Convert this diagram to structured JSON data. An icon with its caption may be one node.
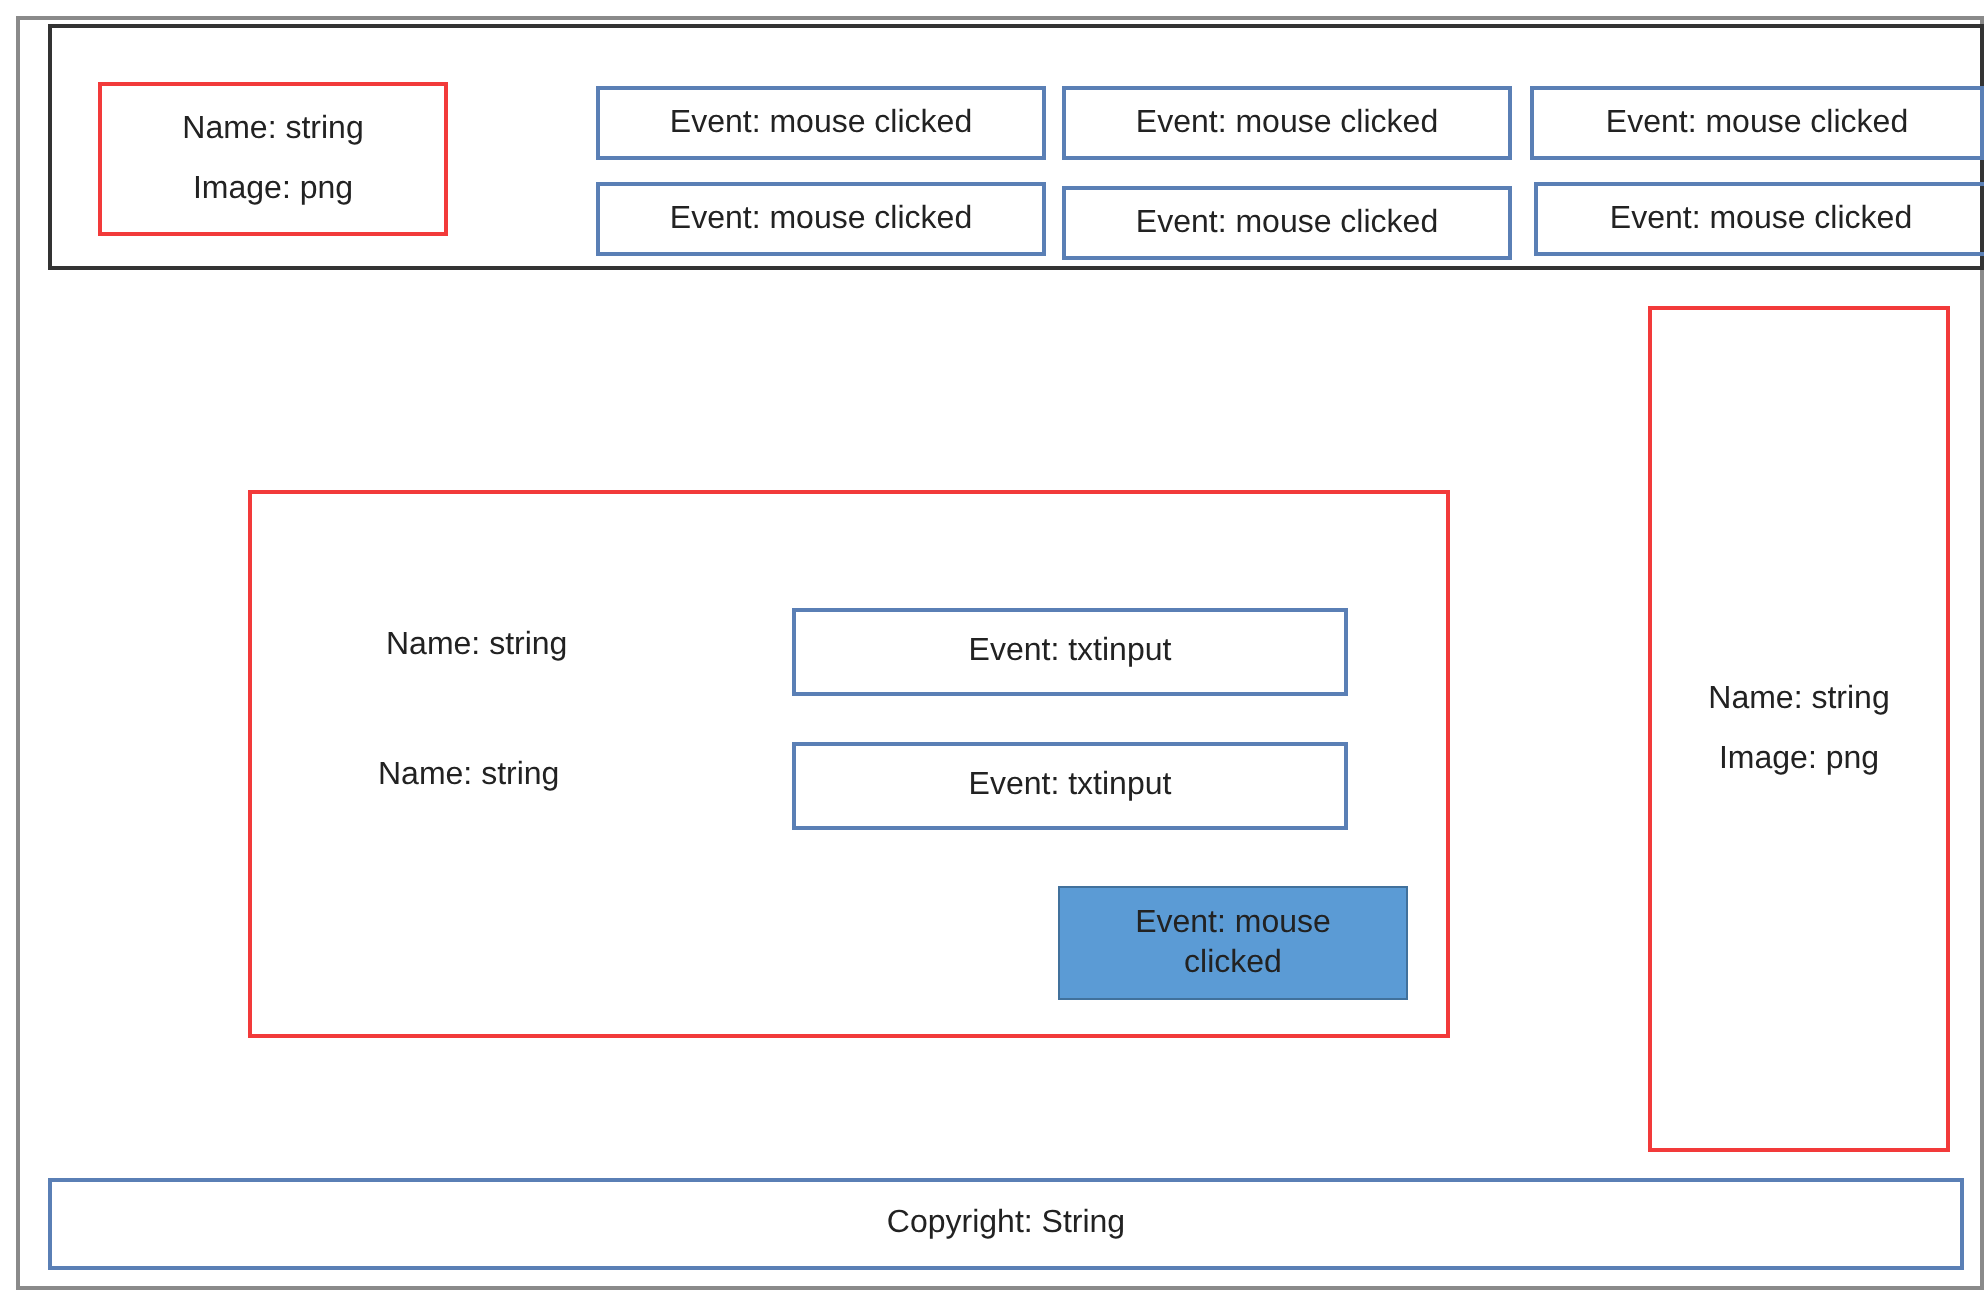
{
  "diagram": {
    "nodes": [
      {
        "text": [],
        "shape": "box"
      },
      {
        "text": [],
        "shape": "box",
        "in": 0
      },
      {
        "text": [
          "Name: string",
          "Image: png"
        ],
        "in": 1
      },
      {
        "text": [
          "Event: mouse clicked"
        ],
        "in": 1
      },
      {
        "text": [
          "Event: mouse clicked"
        ],
        "in": 1
      },
      {
        "text": [
          "Event: mouse clicked"
        ],
        "in": 1
      },
      {
        "text": [
          "Event: mouse clicked"
        ],
        "in": 1
      },
      {
        "text": [
          "Event: mouse clicked"
        ],
        "in": 1
      },
      {
        "text": [
          "Event: mouse clicked"
        ],
        "in": 1
      },
      {
        "text": [
          "Name: string",
          "Name: string"
        ],
        "in": 0
      },
      {
        "text": [
          "Event: txtinput"
        ],
        "in": 9
      },
      {
        "text": [
          "Event: txtinput"
        ],
        "in": 9
      },
      {
        "text": [
          "Event: mouse clicked"
        ],
        "in": 9
      },
      {
        "text": [
          "Name: string",
          "Image: png"
        ],
        "in": 0
      },
      {
        "text": [
          "Copyright: String"
        ],
        "in": 0
      }
    ],
    "edges": []
  }
}
